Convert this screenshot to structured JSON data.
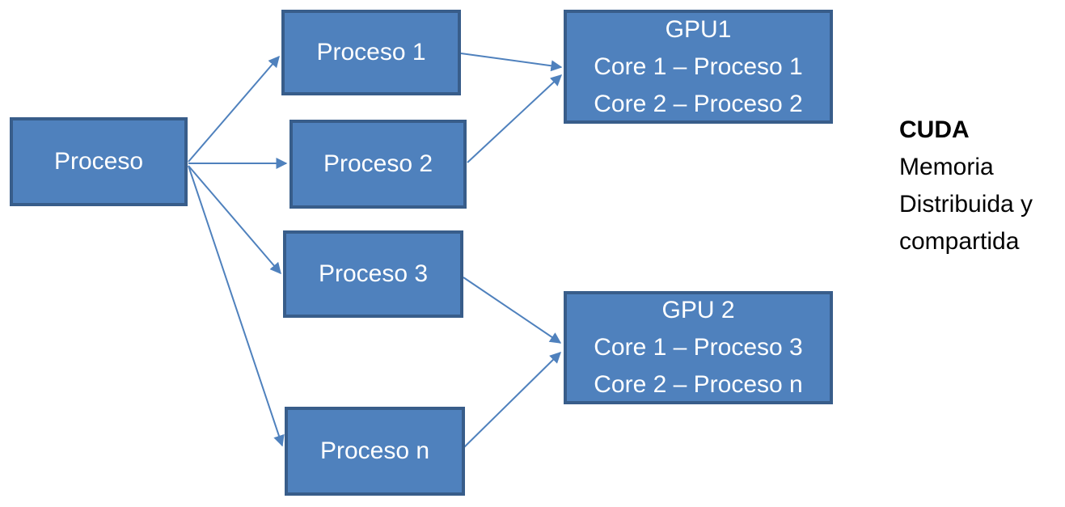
{
  "diagram": {
    "colors": {
      "box_fill": "#4f81bd",
      "box_border": "#385d8a",
      "arrow": "#4f81bd",
      "box_text": "#ffffff",
      "annotation_text": "#000000"
    },
    "root": {
      "label": "Proceso"
    },
    "processes": [
      {
        "label": "Proceso 1"
      },
      {
        "label": "Proceso 2"
      },
      {
        "label": "Proceso 3"
      },
      {
        "label": "Proceso n"
      }
    ],
    "gpus": [
      {
        "title": "GPU1",
        "lines": [
          "Core 1 – Proceso 1",
          "Core 2 – Proceso 2"
        ]
      },
      {
        "title": "GPU 2",
        "lines": [
          "Core 1 – Proceso 3",
          "Core 2 – Proceso n"
        ]
      }
    ],
    "annotation": {
      "title": "CUDA",
      "lines": [
        "Memoria",
        "Distribuida y",
        "compartida"
      ]
    }
  }
}
